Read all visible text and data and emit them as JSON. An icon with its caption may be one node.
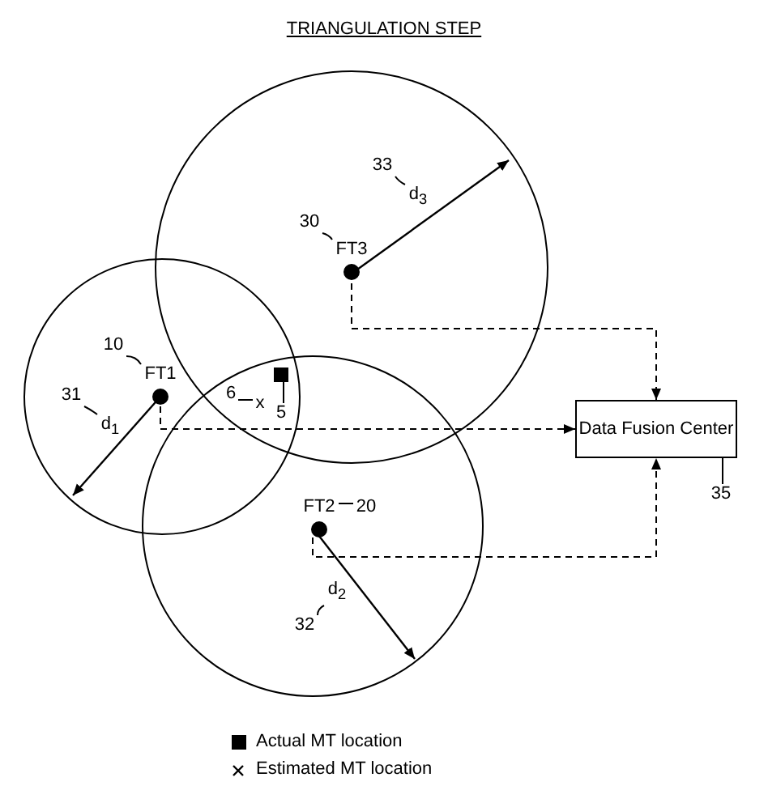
{
  "diagram": {
    "title": "TRIANGULATION STEP",
    "nodes": [
      {
        "text": [
          "33"
        ]
      },
      {
        "text": [
          "d$_{3}$"
        ]
      },
      {
        "text": [
          "30"
        ]
      },
      {
        "text": [
          "FT3"
        ]
      },
      {
        "text": [
          "10"
        ]
      },
      {
        "text": [
          "FT1"
        ]
      },
      {
        "text": [],
        "shape": "box"
      },
      {
        "text": [
          "31"
        ]
      },
      {
        "text": [
          "d$_{1}$"
        ]
      },
      {
        "text": [
          "6"
        ]
      },
      {
        "text": [
          "x"
        ]
      },
      {
        "text": [
          "5"
        ]
      },
      {
        "text": [
          "Data Fusion Center"
        ]
      },
      {
        "text": [
          "35"
        ]
      },
      {
        "text": [
          "FT2"
        ]
      },
      {
        "text": [
          "20"
        ]
      },
      {
        "text": [
          "d$_{2}$"
        ]
      },
      {
        "text": [
          "32"
        ]
      }
    ],
    "edges": [
      {
        "from": 0,
        "to": 1,
        "arrow": "none"
      },
      {
        "from": 2,
        "to": 3,
        "arrow": "none"
      },
      {
        "from": 4,
        "to": 5,
        "arrow": "none"
      },
      {
        "from": 7,
        "to": 8,
        "arrow": "none"
      },
      {
        "from": 9,
        "to": 10,
        "arrow": "none"
      },
      {
        "from": 11,
        "to": 6,
        "arrow": "none"
      },
      {
        "from": 13,
        "to": 12,
        "arrow": "none"
      },
      {
        "from": 15,
        "to": 14,
        "arrow": "none"
      },
      {
        "from": 17,
        "to": 16,
        "arrow": "none"
      },
      {
        "from": 5,
        "to": 12,
        "arrow": "to",
        "style": "dashed"
      },
      {
        "from": 3,
        "to": 12,
        "arrow": "to",
        "style": "dashed"
      },
      {
        "from": 14,
        "to": 12,
        "arrow": "to",
        "style": "dashed"
      }
    ],
    "legend": [
      {
        "text": "Actual MT location"
      },
      {
        "text": "Estimated MT location"
      }
    ]
  }
}
